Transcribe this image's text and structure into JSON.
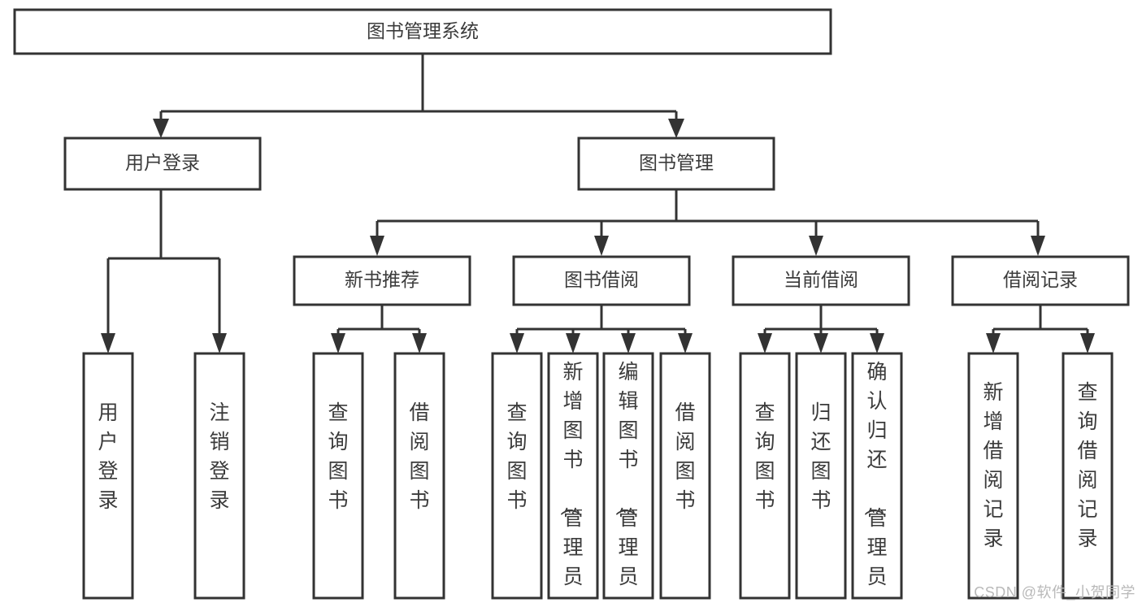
{
  "diagram": {
    "type": "tree-hierarchy-flowchart",
    "title": "图书管理系统",
    "watermark": "CSDN @软件_小贺同学",
    "root": {
      "id": "root",
      "label": "图书管理系统",
      "orientation": "horizontal"
    },
    "level2": [
      {
        "id": "user-login",
        "label": "用户登录",
        "orientation": "horizontal"
      },
      {
        "id": "book-management",
        "label": "图书管理",
        "orientation": "horizontal"
      }
    ],
    "level3": [
      {
        "id": "new-book-recommend",
        "label": "新书推荐",
        "orientation": "horizontal",
        "parent": "book-management"
      },
      {
        "id": "book-borrow",
        "label": "图书借阅",
        "orientation": "horizontal",
        "parent": "book-management"
      },
      {
        "id": "current-borrow",
        "label": "当前借阅",
        "orientation": "horizontal",
        "parent": "book-management"
      },
      {
        "id": "borrow-record",
        "label": "借阅记录",
        "orientation": "horizontal",
        "parent": "book-management"
      }
    ],
    "leaves": [
      {
        "id": "leaf-user-login",
        "label": "用户登录",
        "orientation": "vertical",
        "parent": "user-login"
      },
      {
        "id": "leaf-user-logout",
        "label": "注销登录",
        "orientation": "vertical",
        "parent": "user-login"
      },
      {
        "id": "leaf-query-book-1",
        "label": "查询图书",
        "orientation": "vertical",
        "parent": "new-book-recommend"
      },
      {
        "id": "leaf-borrow-book-1",
        "label": "借阅图书",
        "orientation": "vertical",
        "parent": "new-book-recommend"
      },
      {
        "id": "leaf-query-book-2",
        "label": "查询图书",
        "orientation": "vertical",
        "parent": "book-borrow"
      },
      {
        "id": "leaf-add-book",
        "label": "新增图书（管理员）",
        "orientation": "vertical",
        "parent": "book-borrow"
      },
      {
        "id": "leaf-edit-book",
        "label": "编辑图书（管理员）",
        "orientation": "vertical",
        "parent": "book-borrow"
      },
      {
        "id": "leaf-borrow-book-2",
        "label": "借阅图书",
        "orientation": "vertical",
        "parent": "book-borrow"
      },
      {
        "id": "leaf-query-book-3",
        "label": "查询图书",
        "orientation": "vertical",
        "parent": "current-borrow"
      },
      {
        "id": "leaf-return-book",
        "label": "归还图书",
        "orientation": "vertical",
        "parent": "current-borrow"
      },
      {
        "id": "leaf-confirm-return",
        "label": "确认归还（管理员）",
        "orientation": "vertical",
        "parent": "current-borrow"
      },
      {
        "id": "leaf-add-record",
        "label": "新增借阅记录",
        "orientation": "vertical",
        "parent": "borrow-record"
      },
      {
        "id": "leaf-query-record",
        "label": "查询借阅记录",
        "orientation": "vertical",
        "parent": "borrow-record"
      }
    ],
    "colors": {
      "stroke": "#333333",
      "box_fill": "#ffffff",
      "text": "#3b3b3b",
      "background": "#ffffff",
      "watermark": "#b9b9b9"
    }
  }
}
